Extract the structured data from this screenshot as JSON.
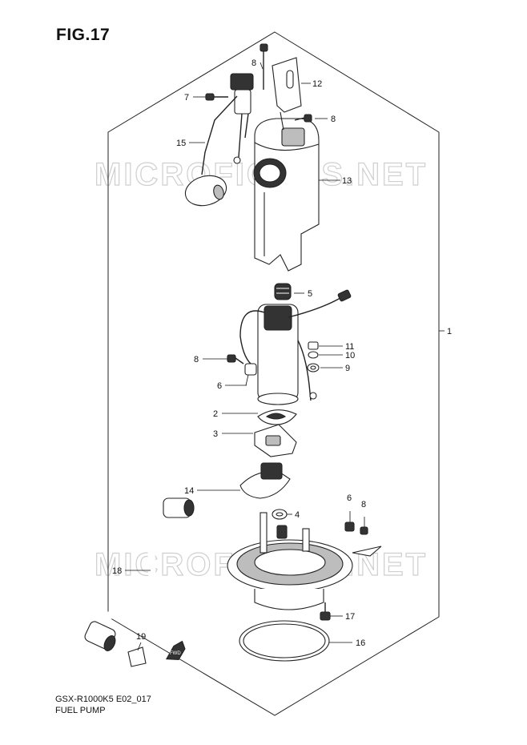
{
  "figure": {
    "title": "FIG.17"
  },
  "watermark": "MICROFICHES.NET",
  "fwd_label": "FWD",
  "callouts": [
    "1",
    "2",
    "3",
    "4",
    "5",
    "6",
    "7",
    "8",
    "9",
    "10",
    "11",
    "12",
    "13",
    "14",
    "15",
    "16",
    "17",
    "18",
    "19"
  ],
  "footer": {
    "model_code": "GSX-R1000K5 E02_017",
    "section_name": "FUEL PUMP"
  },
  "colors": {
    "line": "#222222",
    "fill_dark": "#333333",
    "fill_grey": "#bdbdbd",
    "watermark": "#cfcfcf"
  }
}
